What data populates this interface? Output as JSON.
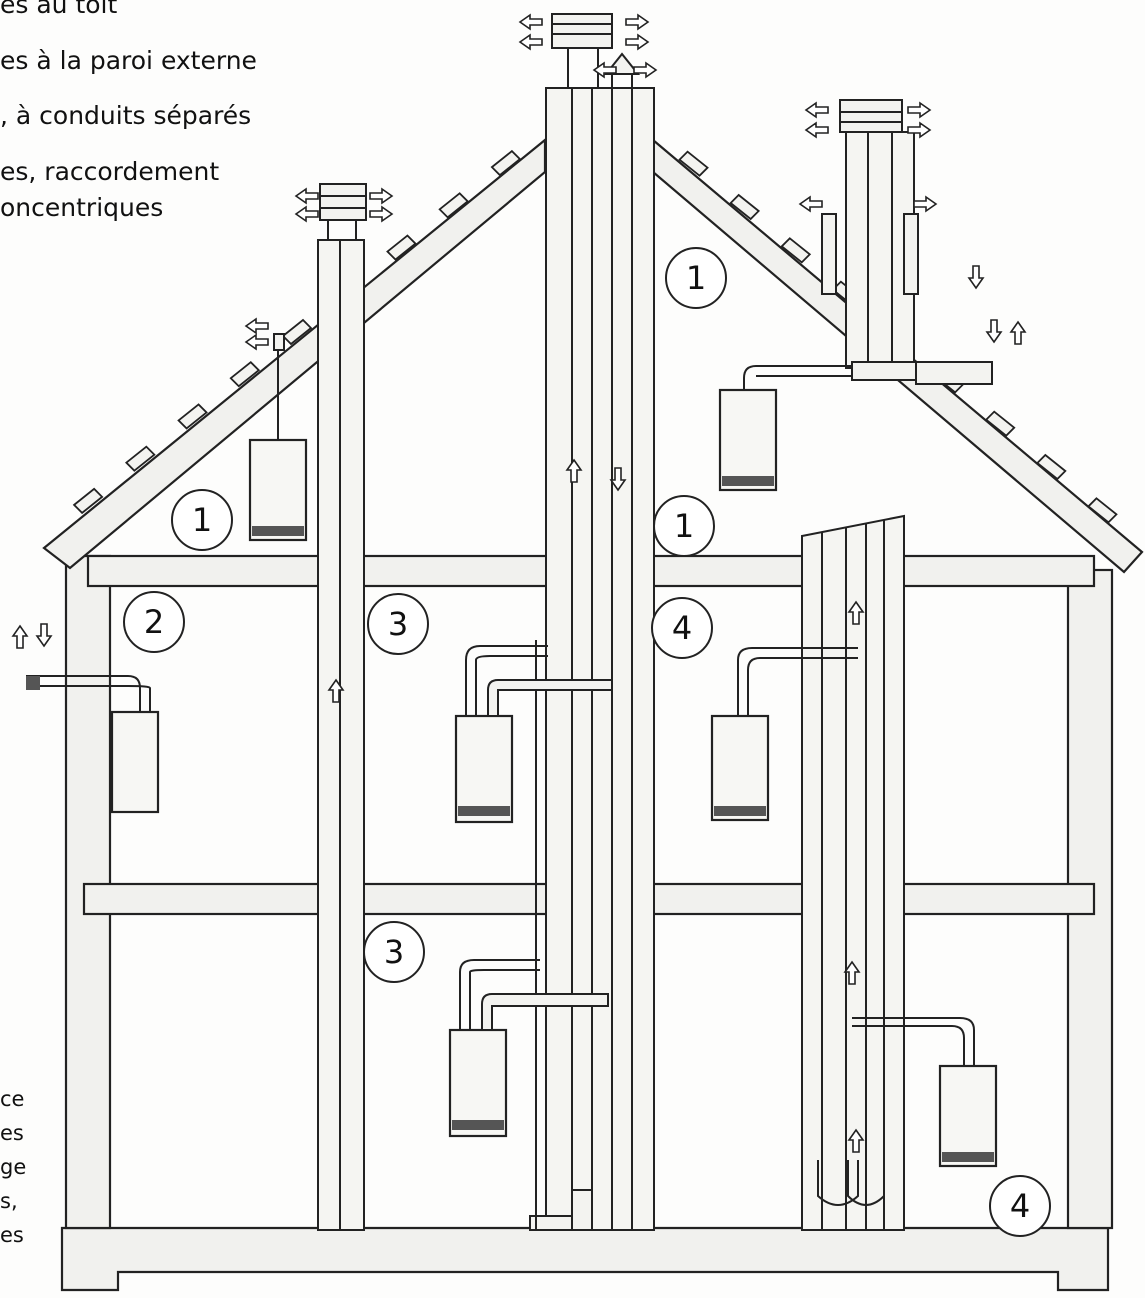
{
  "legend": {
    "line1": "es au toit",
    "line2": "es à la paroi externe",
    "line3": ", à conduits séparés",
    "line4": "es, raccordement",
    "line5": "oncentriques"
  },
  "side_fragments": [
    "ce",
    "es",
    "ge",
    "s,",
    "es"
  ],
  "markers": [
    {
      "label": "1"
    },
    {
      "label": "1"
    },
    {
      "label": "1"
    },
    {
      "label": "2"
    },
    {
      "label": "3"
    },
    {
      "label": "3"
    },
    {
      "label": "4"
    },
    {
      "label": "4"
    }
  ]
}
